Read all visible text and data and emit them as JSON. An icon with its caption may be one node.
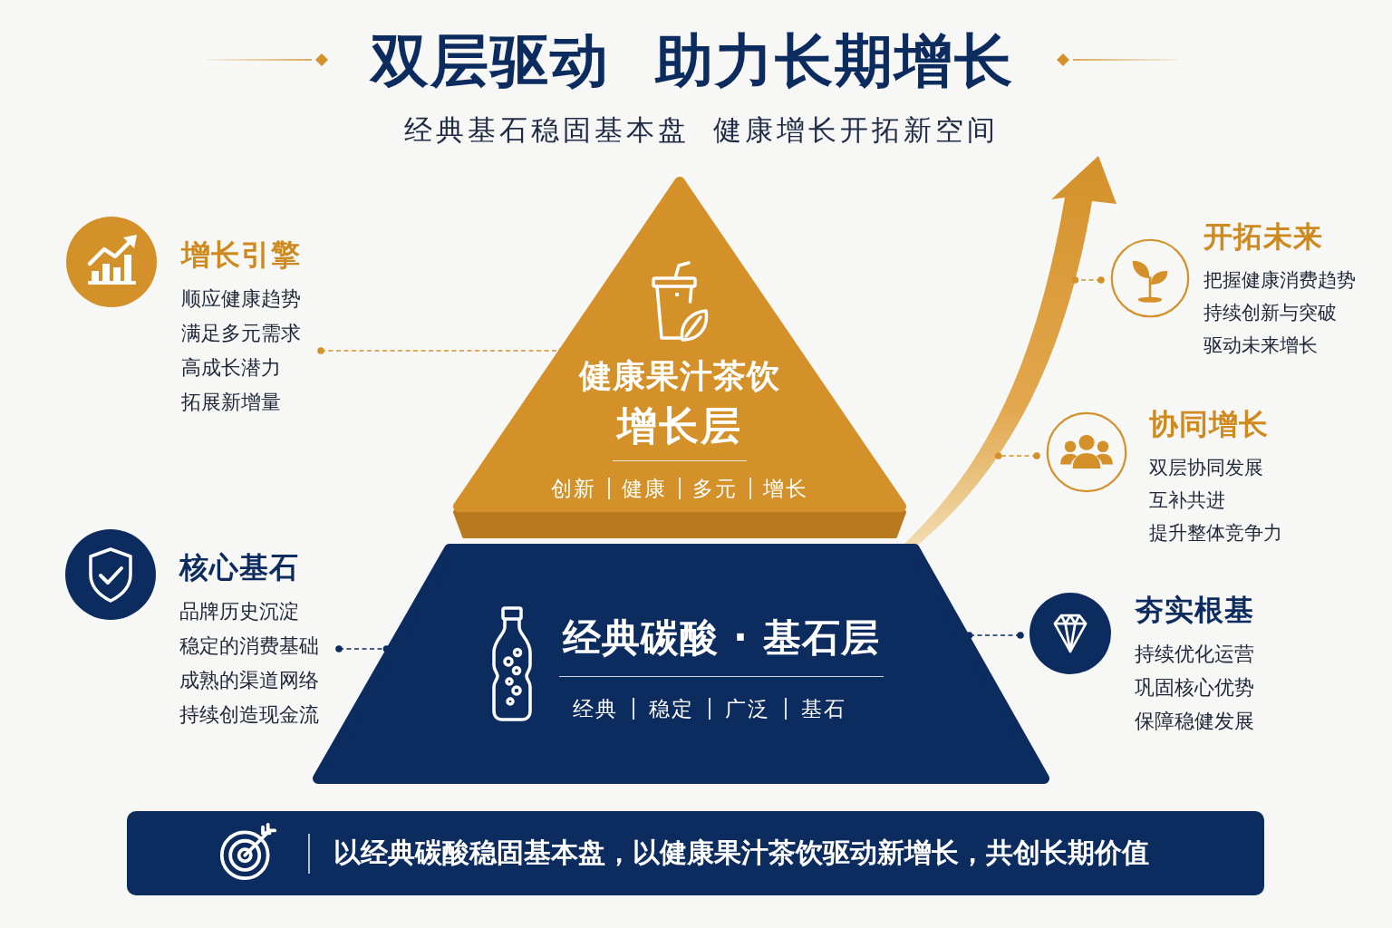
{
  "diagram": {
    "title": "双层驱动 助力长期增长",
    "nodes": [
      {
        "text": [
          "增长引擎",
          "顺应健康趋势",
          "满足多元需求",
          "高成长潜力",
          "拓展新增量"
        ]
      },
      {
        "text": [
          "健康果汁茶饮",
          "增长层",
          "创新",
          "健康",
          "多元",
          "增长"
        ]
      },
      {
        "text": [],
        "shape": "arrow"
      },
      {
        "text": [
          "开拓未来",
          "把握健康消费趋势",
          "持续创新与突破",
          "驱动未来增长"
        ]
      },
      {
        "text": [
          "协同增长",
          "双层协同发展",
          "互补共进",
          "提升整体竞争力"
        ]
      },
      {
        "text": [
          "核心基石",
          "品牌历史沉淀",
          "稳定的消费基础",
          "成熟的渠道网络",
          "持续创造现金流"
        ]
      },
      {
        "text": [
          "经典碳酸 · 基石层",
          "经典",
          "稳定",
          "广泛",
          "基石"
        ]
      },
      {
        "text": [
          "夯实根基",
          "持续优化运营",
          "巩固核心优势",
          "保障稳健发展"
        ]
      },
      {
        "text": [
          "以经典碳酸稳固基本盘，以健康果汁茶饮驱动新增长，共创长期价值"
        ]
      }
    ],
    "edges": [
      {
        "from": 0,
        "to": 1,
        "arrow": "other",
        "style": "dashed"
      },
      {
        "from": 3,
        "to": 2,
        "arrow": "other",
        "style": "dashed"
      },
      {
        "from": 4,
        "to": 2,
        "arrow": "other",
        "style": "dashed"
      },
      {
        "from": 5,
        "to": 6,
        "arrow": "other",
        "style": "dashed",
        "color": "#0c2b5e"
      },
      {
        "from": 7,
        "to": 6,
        "arrow": "other",
        "style": "dashed",
        "color": "#0c2b5e"
      }
    ],
    "labels": [
      "经典基石稳固基本盘 健康增长开拓新空间"
    ]
  }
}
